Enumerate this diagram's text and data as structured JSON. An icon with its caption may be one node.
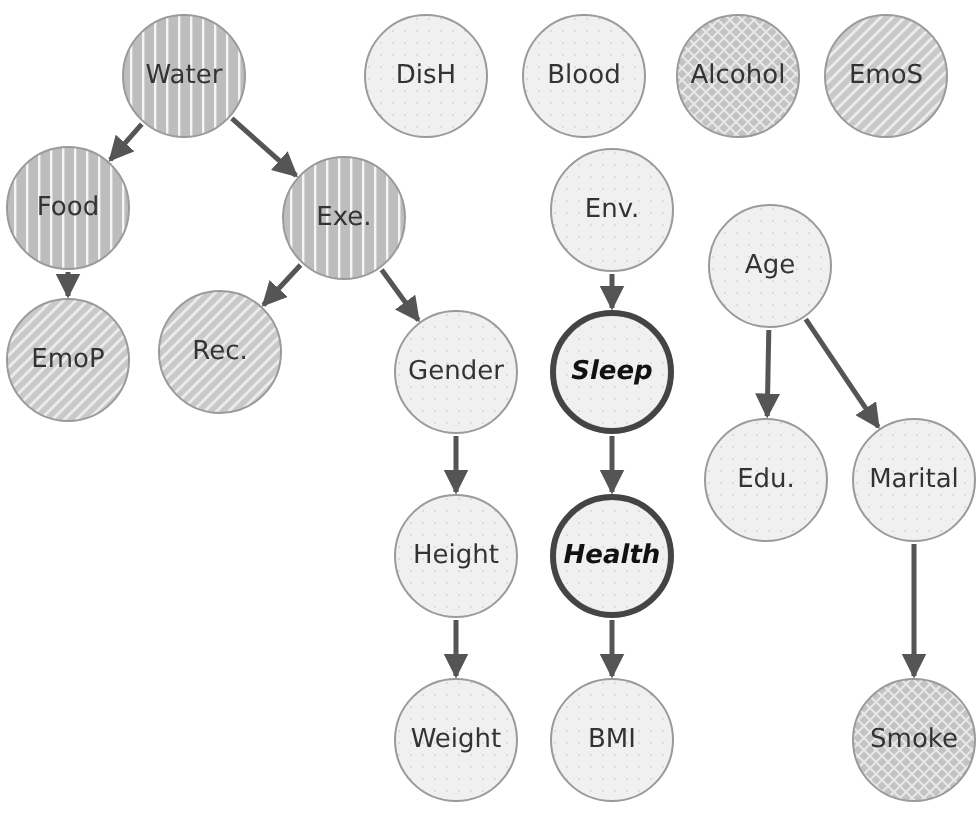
{
  "diagram": {
    "nodes": [
      {
        "text": [
          "Water"
        ]
      },
      {
        "text": [
          "DisH"
        ]
      },
      {
        "text": [
          "Blood"
        ]
      },
      {
        "text": [
          "Alcohol"
        ]
      },
      {
        "text": [
          "EmoS"
        ]
      },
      {
        "text": [
          "Food"
        ]
      },
      {
        "text": [
          "Exe."
        ]
      },
      {
        "text": [
          "Env."
        ]
      },
      {
        "text": [
          "Age"
        ]
      },
      {
        "text": [
          "EmoP"
        ]
      },
      {
        "text": [
          "Rec."
        ]
      },
      {
        "text": [
          "Gender"
        ]
      },
      {
        "text": [
          "Sleep"
        ]
      },
      {
        "text": [
          "Edu."
        ]
      },
      {
        "text": [
          "Marital"
        ]
      },
      {
        "text": [
          "Height"
        ]
      },
      {
        "text": [
          "Health"
        ]
      },
      {
        "text": [
          "Weight"
        ]
      },
      {
        "text": [
          "BMI"
        ]
      },
      {
        "text": [
          "Smoke"
        ]
      }
    ],
    "edges": [
      {
        "from": 0,
        "to": 5,
        "arrow": "to"
      },
      {
        "from": 0,
        "to": 6,
        "arrow": "to"
      },
      {
        "from": 5,
        "to": 9,
        "arrow": "to"
      },
      {
        "from": 6,
        "to": 10,
        "arrow": "to"
      },
      {
        "from": 6,
        "to": 11,
        "arrow": "to"
      },
      {
        "from": 11,
        "to": 15,
        "arrow": "to"
      },
      {
        "from": 15,
        "to": 17,
        "arrow": "to"
      },
      {
        "from": 7,
        "to": 12,
        "arrow": "to"
      },
      {
        "from": 12,
        "to": 16,
        "arrow": "to"
      },
      {
        "from": 16,
        "to": 18,
        "arrow": "to"
      },
      {
        "from": 8,
        "to": 13,
        "arrow": "to"
      },
      {
        "from": 8,
        "to": 14,
        "arrow": "to"
      },
      {
        "from": 14,
        "to": 19,
        "arrow": "to"
      }
    ]
  }
}
